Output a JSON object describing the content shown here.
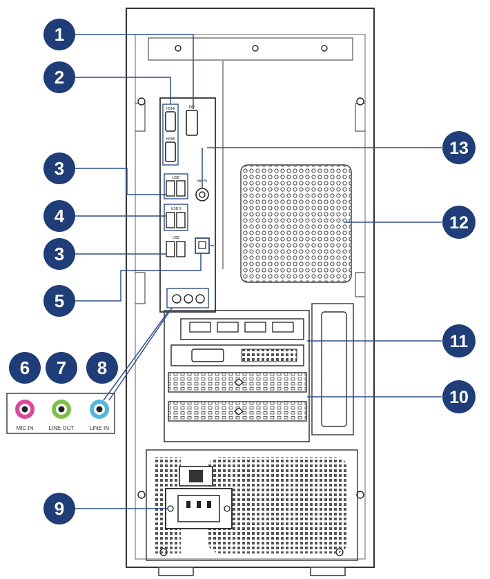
{
  "callouts": [
    {
      "number": "1"
    },
    {
      "number": "2"
    },
    {
      "number": "3"
    },
    {
      "number": "4"
    },
    {
      "number": "3"
    },
    {
      "number": "5"
    },
    {
      "number": "6"
    },
    {
      "number": "7"
    },
    {
      "number": "8"
    },
    {
      "number": "9"
    },
    {
      "number": "10"
    },
    {
      "number": "11"
    },
    {
      "number": "12"
    },
    {
      "number": "13"
    }
  ],
  "audio_jacks": [
    {
      "label": "MIC IN",
      "color": "#e0459a"
    },
    {
      "label": "LINE OUT",
      "color": "#7cc242"
    },
    {
      "label": "LINE IN",
      "color": "#4fb8e0"
    }
  ],
  "port_tags": {
    "dp": "DP",
    "hdmi_top": "HDMI",
    "hdmi_bottom": "HDMI",
    "usb_a": "USB",
    "usb_b": "USB 3",
    "usb_c": "USB",
    "wifi": "Wi-Fi"
  },
  "colors": {
    "callout_fill": "#1f3d78",
    "callout_text": "#ffffff",
    "line": "#2c4f8e",
    "outline": "#333333"
  }
}
